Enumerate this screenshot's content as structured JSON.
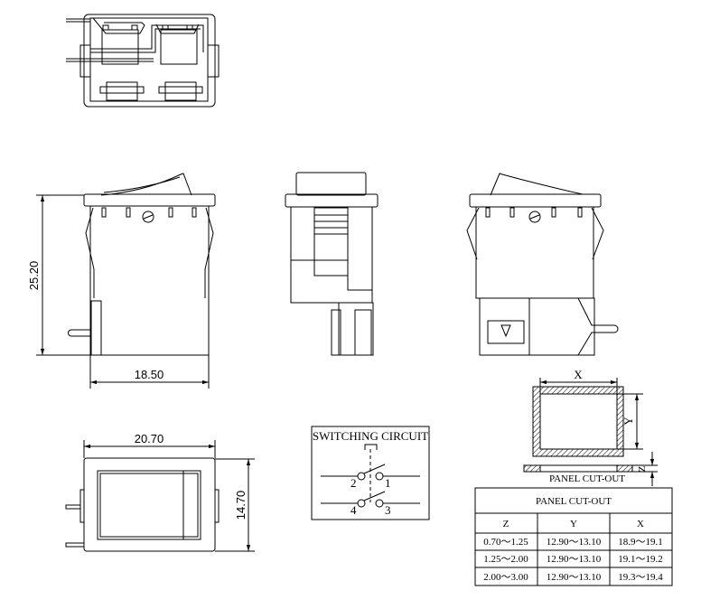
{
  "dimensions": {
    "height": "25.20",
    "width_side": "18.50",
    "width_front": "20.70",
    "height_front": "14.70"
  },
  "circuit": {
    "title": "SWITCHING CIRCUIT",
    "terminals": [
      "1",
      "2",
      "3",
      "4"
    ]
  },
  "cutout": {
    "x_label": "X",
    "y_label": "Y",
    "z_label": "Z",
    "caption": "PANEL CUT-OUT"
  },
  "table": {
    "title": "PANEL CUT-OUT",
    "headers": [
      "Z",
      "Y",
      "X"
    ],
    "rows": [
      [
        "0.70～1.25",
        "12.90～13.10",
        "18.9～19.1"
      ],
      [
        "1.25～2.00",
        "12.90～13.10",
        "19.1～19.2"
      ],
      [
        "2.00～3.00",
        "12.90～13.10",
        "19.3～19.4"
      ]
    ]
  },
  "colors": {
    "line": "#000000",
    "background": "#ffffff"
  }
}
